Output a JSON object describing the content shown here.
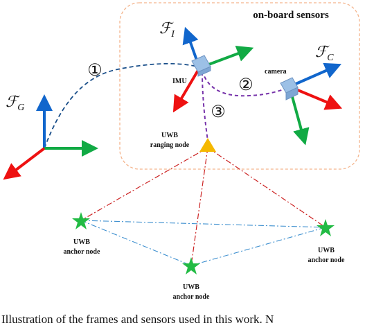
{
  "box_title": "on-board sensors",
  "frames": {
    "global": {
      "symbol": "ℱ",
      "sub": "G"
    },
    "imu": {
      "symbol": "ℱ",
      "sub": "I"
    },
    "camera": {
      "symbol": "ℱ",
      "sub": "C"
    }
  },
  "sensors": {
    "imu_label": "IMU",
    "camera_label": "camera",
    "ranging_node_line1": "UWB",
    "ranging_node_line2": "ranging node"
  },
  "anchors": [
    {
      "line1": "UWB",
      "line2": "anchor node"
    },
    {
      "line1": "UWB",
      "line2": "anchor node"
    },
    {
      "line1": "UWB",
      "line2": "anchor node"
    }
  ],
  "circled_numbers": [
    "①",
    "②",
    "③"
  ],
  "caption": "Illustration of the frames and sensors used in this work. N",
  "colors": {
    "x_axis": "#ee1111",
    "y_axis": "#11aa44",
    "z_axis": "#1166cc",
    "dashed_path": "#7733aa",
    "global_path": "#1a4f8a",
    "box_border": "#f4b48c",
    "ranging_lines": "#cc2222",
    "anchor_lines": "#3d8fcf",
    "anchor": "#22bb44",
    "ranging_node": "#f5b800"
  }
}
